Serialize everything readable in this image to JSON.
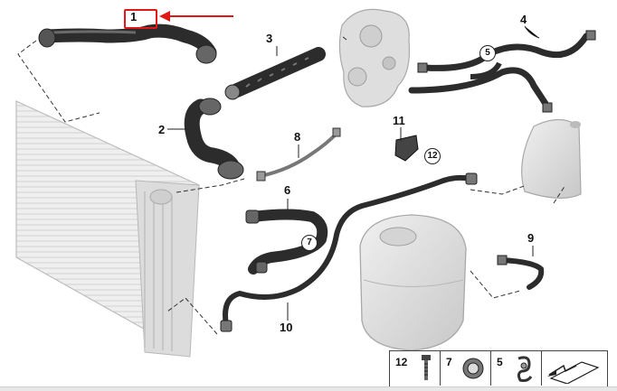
{
  "callouts": {
    "part_1": "1",
    "part_2": "2",
    "part_3": "3",
    "part_4": "4",
    "part_6": "6",
    "part_8": "8",
    "part_9": "9",
    "part_10": "10",
    "part_11": "11"
  },
  "circled_refs": {
    "ref_5": "5",
    "ref_7": "7",
    "ref_12": "12"
  },
  "legend": {
    "items": [
      {
        "number": "12",
        "icon": "bolt-icon"
      },
      {
        "number": "7",
        "icon": "clamp-sleeve-icon"
      },
      {
        "number": "5",
        "icon": "hose-clip-icon"
      }
    ],
    "diagram_icon": "diagram-arrow-icon"
  },
  "colors": {
    "highlight": "#e01818",
    "hose": "#2c2c2c",
    "hose_highlight": "#6a6a6a",
    "component_grey": "#d9d9d9",
    "leader_line": "#333333"
  }
}
